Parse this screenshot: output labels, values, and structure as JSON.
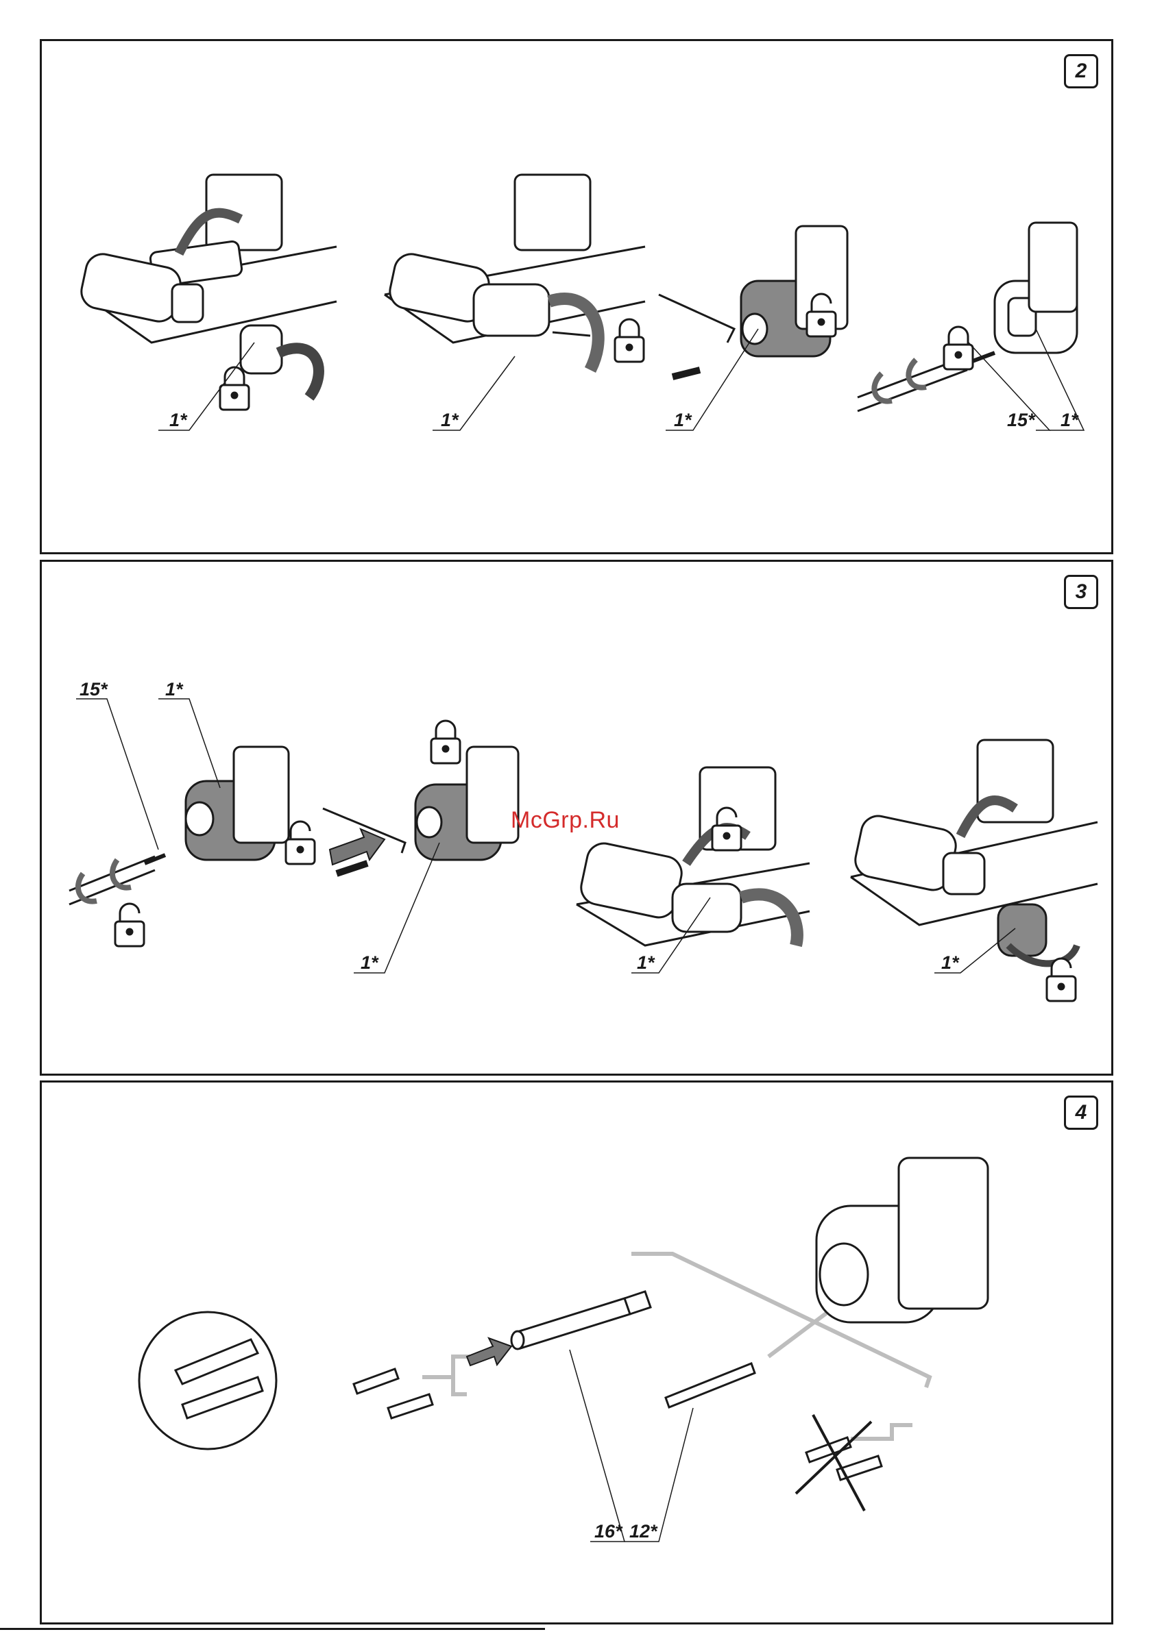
{
  "panels": [
    {
      "number": "2",
      "callouts": [
        "1*",
        "1*",
        "1*",
        "15*",
        "1*"
      ]
    },
    {
      "number": "3",
      "callouts": [
        "15*",
        "1*",
        "1*",
        "1*",
        "1*"
      ]
    },
    {
      "number": "4",
      "callouts": [
        "16*",
        "12*"
      ]
    }
  ],
  "watermark": "McGrp.Ru",
  "icons": {
    "lock": "padlock-closed-icon",
    "unlock": "padlock-open-icon",
    "arrow": "push-arrow-icon",
    "rotate": "rotation-arrow-icon"
  },
  "colors": {
    "ink": "#1a1a1a",
    "gray_fill": "#8a8a8a",
    "light_gray": "#bdbdbd",
    "watermark": "#d42b2b"
  }
}
